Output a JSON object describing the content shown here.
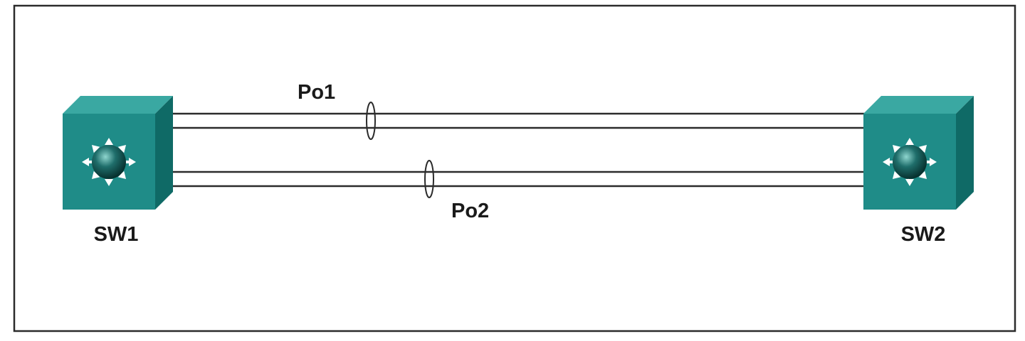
{
  "diagram": {
    "switches": [
      {
        "id": "sw1",
        "label": "SW1"
      },
      {
        "id": "sw2",
        "label": "SW2"
      }
    ],
    "links": [
      {
        "id": "po1",
        "label": "Po1",
        "members": 2
      },
      {
        "id": "po2",
        "label": "Po2",
        "members": 2
      }
    ]
  },
  "colors": {
    "switch_front": "#1f8c88",
    "switch_top": "#3aa8a2",
    "switch_side": "#0f6a66",
    "link": "#2b2b2b",
    "frame": "#2b2b2b"
  },
  "icons": {
    "switch": "multilayer-switch-icon",
    "bundle": "etherchannel-oval-icon"
  }
}
